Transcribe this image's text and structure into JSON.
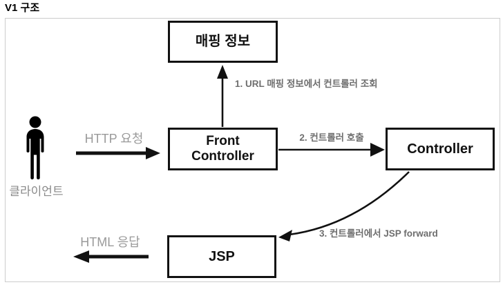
{
  "page": {
    "title": "V1 구조"
  },
  "diagram": {
    "nodes": [
      {
        "id": "mapping-info",
        "label": "매핑 정보"
      },
      {
        "id": "front-controller",
        "label": "Front Controller"
      },
      {
        "id": "controller",
        "label": "Controller"
      },
      {
        "id": "jsp",
        "label": "JSP"
      }
    ],
    "actor": {
      "label": "클라이언트"
    },
    "flows": {
      "http_request": "HTTP 요청",
      "html_response": "HTML 응답",
      "step1": "1. URL 매핑 정보에서 컨트롤러 조회",
      "step2": "2. 컨트롤러 호출",
      "step3": "3. 컨트롤러에서 JSP forward"
    },
    "colors": {
      "box_border": "#111111",
      "arrow": "#111111",
      "frame_border": "#cccccc",
      "flow_label_gray": "#9a9a9a",
      "step_label_gray": "#6e6e6e"
    }
  }
}
